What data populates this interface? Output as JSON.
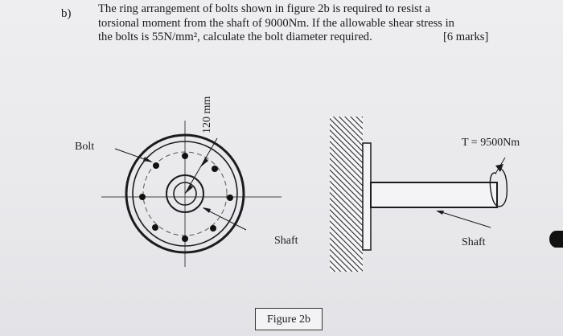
{
  "question": {
    "label": "b)",
    "lines": [
      "The ring arrangement of bolts shown in figure 2b is required to resist a",
      "torsional moment from the shaft of 9000Nm.  If the allowable shear stress in",
      "the bolts is 55N/mm², calculate the bolt diameter required."
    ],
    "marks": "[6 marks]"
  },
  "figure": {
    "left_labels": {
      "bolt": "Bolt",
      "dimension": "120 mm",
      "shaft": "Shaft"
    },
    "right_labels": {
      "torque": "T = 9500Nm",
      "shaft": "Shaft"
    },
    "caption": "Figure 2b"
  }
}
